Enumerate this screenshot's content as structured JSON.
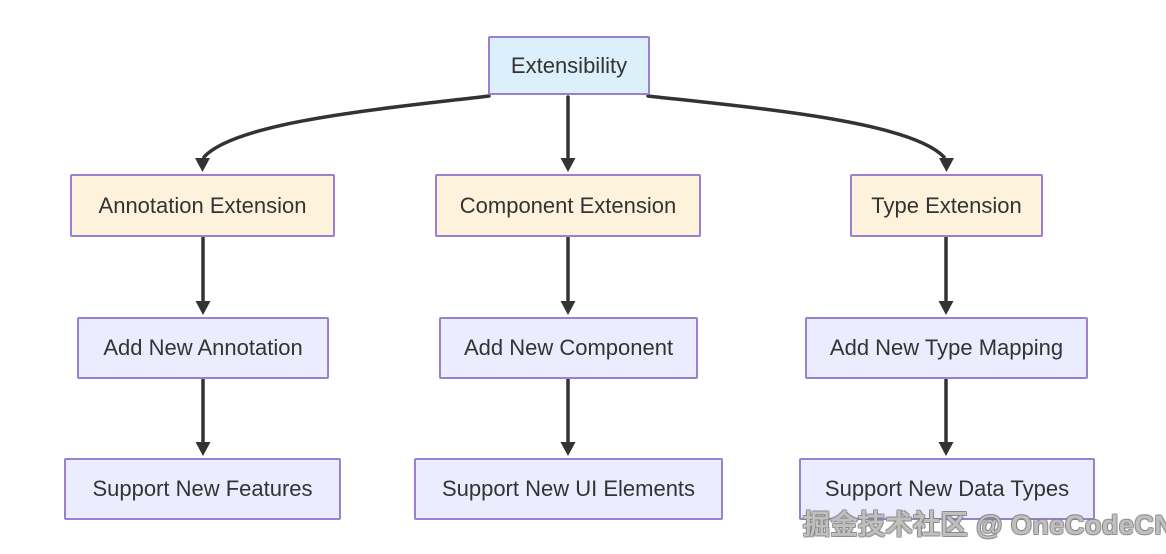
{
  "diagram": {
    "type": "flowchart-top-down",
    "root": {
      "label": "Extensibility"
    },
    "columns": [
      {
        "extension": "Annotation Extension",
        "add": "Add New Annotation",
        "support": "Support New Features"
      },
      {
        "extension": "Component Extension",
        "add": "Add New Component",
        "support": "Support New UI Elements"
      },
      {
        "extension": "Type Extension",
        "add": "Add New Type Mapping",
        "support": "Support New Data Types"
      }
    ],
    "edges": [
      "Extensibility -> Annotation Extension",
      "Extensibility -> Component Extension",
      "Extensibility -> Type Extension",
      "Annotation Extension -> Add New Annotation",
      "Component Extension -> Add New Component",
      "Type Extension -> Add New Type Mapping",
      "Add New Annotation -> Support New Features",
      "Add New Component -> Support New UI Elements",
      "Add New Type Mapping -> Support New Data Types"
    ]
  },
  "colors": {
    "root_fill": "#dcf0fb",
    "branch_fill": "#fdf3dd",
    "leaf_fill": "#ececff",
    "node_border": "#9b7fd1",
    "arrow": "#333333",
    "text": "#333333",
    "background": "#ffffff"
  },
  "watermark": {
    "text": "掘金技术社区 @ OneCodeCN"
  }
}
